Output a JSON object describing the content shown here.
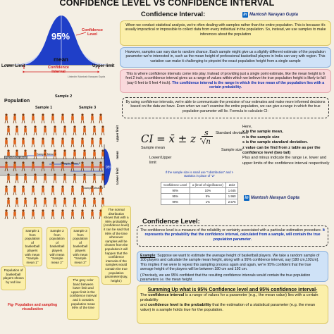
{
  "title": "CONFIDENCE LEVEL VS CONFIDENCE INTERVAL",
  "author": "Mantosh Narayan Gupta",
  "bell": {
    "percent": "95%",
    "confidence_level": "Confidence\nLevel",
    "mean": "mean",
    "lower_limit": "Lower Limit",
    "upper_limit": "Upper limit",
    "confidence_interval": "Confidence\nInterval",
    "credit": "Linkedin/ Mantosh Narayan Gupta"
  },
  "population": {
    "label": "Population",
    "sample1": "Sample 1",
    "sample2": "Sample 2",
    "sample3": "Sample 3",
    "population_mean": "Population Mean",
    "sample_mean1": "Sample Mean 1",
    "sample_mean2": "Sample Mean 2",
    "sample_mean3": "Sample Mean 3",
    "axis_mean": "mean",
    "axis_lower": "Lower limit",
    "axis_upper": "upper limit",
    "axis_pct": "95%"
  },
  "interval": {
    "heading": "Confidence Interval:",
    "p1": "When we conduct statistical analysis, we're often dealing with samples rather than the entire population. This is because it's usually impractical or impossible to collect data from every individual in the population. So, instead, we use samples to make inferences about the population",
    "p2": "However, samples can vary due to random chance. Each sample might give us a slightly different estimate of the population parameter we're interested in, such as the mean height of professional basketball players in India can vary with region. This variation can make it challenging to pinpoint the exact population height from a single sample",
    "p3a": "This is where confidence intervals come into play. Instead of providing just a single point estimate, like the mean height is 6 feet 2 inch, a confidence interval gives us a range of values within which we believe the true population height is likely to fall (say 6 feet to 6 feet 4 inch).",
    "p3b": "The confidence interval is the range in which the true mean of the population lies with a certain probability.",
    "p4": "By using confidence intervals, we're able to communicate the precision of our estimates and make more informed decisions based on the data we have. Even when we can't examine the entire population, we can give a range in which the true population parameter will lie. Formula to calculate CI-"
  },
  "formula": {
    "lhs": "CI = x̄ ± z ·",
    "num": "s",
    "den": "√n",
    "std_dev": "Standard deviation",
    "sample_size": "Sample size",
    "sample_mean": "Sample mean",
    "bounds": "Lower/Upper\nlimit",
    "table_title": "If the sample size is small use \"t distribution\" and t- statistics in place of \"Z\"",
    "here": "Here,",
    "e1": "x is the sample mean,",
    "e2": "n is the sample size",
    "e3": "s is the sample standard deviation.",
    "e4": "z value can be find from z table as per the confidence level (two tail)",
    "e5": "Plus and minus indicate the range i.e. lower and upper limits of the confidence interval respectively"
  },
  "z_table": {
    "headers": [
      "Confidence Level",
      "α (level of significance)",
      "Zα/2"
    ],
    "rows": [
      [
        "90%",
        "10%",
        "1.645"
      ],
      [
        "95%",
        "5%",
        "1.960"
      ],
      [
        "99%",
        "1%",
        "2.576"
      ]
    ]
  },
  "level": {
    "heading": "Confidence Level:",
    "p1a": "The confidence level is a measure of the reliability or certainty associated with a particular estimation procedure.",
    "p1b": "It represents the probability that the confidence interval, calculated from a sample, will contain the true population parameter.",
    "example_label": "Example",
    "example": ": Suppose we want to estimate the average height of basketball players. We take a random sample of 100 players and calculate the sample mean height, along with a 95% confidence interval, say [180 cm,192cm]. This implies if we were to repeat this sampling process again and again, we're 95% confident that the true average height of the players will be between 180 cm and 192 cm.",
    "example2": "( Precisely, we are 95% confident that the resulting confidence intervals would contain the true population parameters i.e. the mean height.",
    "summary_title": "Summing Up what is 95% Confidence level  and  95% confidence interval-",
    "summary1a": "The ",
    "summary1b": "confidence interval",
    "summary1c": " is a range of values for a parameter (e.g., the mean value) lies with a certain probability",
    "summary2a": "and ",
    "summary2b": "confidence level is the probability",
    "summary2c": " that the estimation of a statistical parameter (e.g. the mean value) in a sample holds true for the population."
  },
  "notes": {
    "n1": "Sample 1 from population of basketball players with mean \"Sample mean 1\"",
    "n2": "Sample 2 from population of basketball players with mean \"Sample mean 2\"",
    "n3": "Sample 3 from population of basketball players with mean \"Sample mean 3\"",
    "n4": "The normal distribution shows that with a 95% probability (confidence level) it can be said that 95% of the time whenever samples will be chosen from the population it will happen that the confidence intervals of the samples would contain the true population parameters(say, height )",
    "n5": "The grey color band between lower limit and upper limit is the confidence interval and it contains population mean 95% of the time",
    "pop_note": "Population of basketball players shown by red line",
    "fig": "Fig- Population and sampling visualization"
  },
  "colors": {
    "bell_fill": "#1f3fc8",
    "red": "#d41f1f",
    "blue_text": "#0a2fb0",
    "grey_band": "#a9a9a9"
  }
}
